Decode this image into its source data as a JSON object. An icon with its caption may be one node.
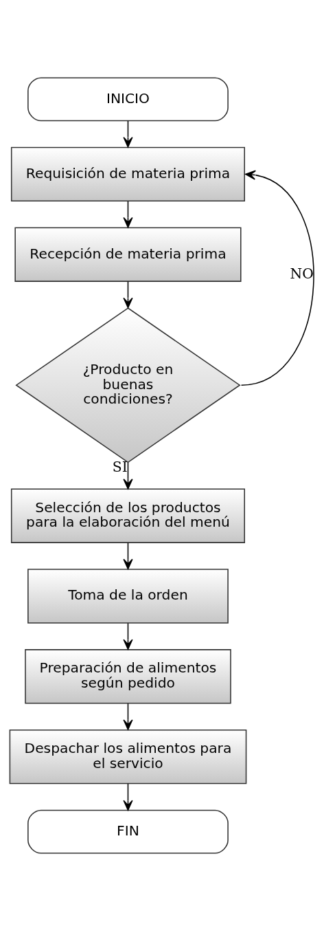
{
  "diagram": {
    "nodes": [
      {
        "text": [
          "INICIO"
        ]
      },
      {
        "text": [
          "Requisición de materia prima"
        ]
      },
      {
        "text": [
          "Recepción de materia prima"
        ]
      },
      {
        "text": [
          "¿Producto en buenas condiciones?"
        ]
      },
      {
        "text": [
          "Selección de los productos para la elaboración del menú"
        ]
      },
      {
        "text": [
          "Toma de la orden"
        ]
      },
      {
        "text": [
          "Preparación de alimentos según pedido"
        ]
      },
      {
        "text": [
          "Despachar los alimentos para el servicio"
        ]
      },
      {
        "text": [
          "FIN"
        ]
      }
    ],
    "edges": [
      {
        "from": 0,
        "to": 1,
        "arrow": "to"
      },
      {
        "from": 1,
        "to": 2,
        "arrow": "to"
      },
      {
        "from": 2,
        "to": 3,
        "arrow": "to"
      },
      {
        "from": 3,
        "to": 4,
        "arrow": "to",
        "label": "SI"
      },
      {
        "from": 3,
        "to": 1,
        "arrow": "to",
        "label": "NO"
      },
      {
        "from": 4,
        "to": 5,
        "arrow": "to"
      },
      {
        "from": 5,
        "to": 6,
        "arrow": "to"
      },
      {
        "from": 6,
        "to": 7,
        "arrow": "to"
      },
      {
        "from": 7,
        "to": 8,
        "arrow": "to"
      }
    ]
  }
}
